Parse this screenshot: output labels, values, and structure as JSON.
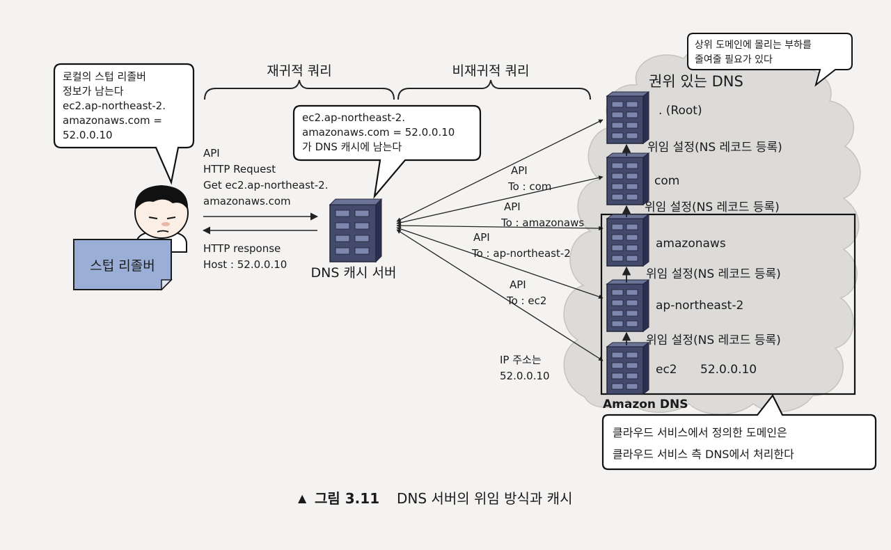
{
  "brackets": {
    "recursive_label": "재귀적 쿼리",
    "nonrecursive_label": "비재귀적 쿼리"
  },
  "bubble_local": {
    "lines": [
      "로컬의 스텁 리졸버",
      "정보가 남는다",
      "ec2.ap-northeast-2.",
      "amazonaws.com =",
      "52.0.0.10"
    ]
  },
  "bubble_cache": {
    "lines": [
      "ec2.ap-northeast-2.",
      "amazonaws.com = 52.0.0.10",
      "가 DNS 캐시에 남는다"
    ]
  },
  "bubble_load": {
    "lines": [
      "상위 도메인에 몰리는 부하를",
      "줄여줄 필요가 있다"
    ]
  },
  "bubble_amazon": {
    "lines": [
      "클라우드 서비스에서 정의한 도메인은",
      "클라우드 서비스 측 DNS에서 처리한다"
    ]
  },
  "client": {
    "request_lines": [
      "API",
      "HTTP Request",
      "Get ec2.ap-northeast-2.",
      "amazonaws.com"
    ],
    "response_lines": [
      "HTTP response",
      "Host : 52.0.0.10"
    ],
    "stub_resolver_label": "스텁 리졸버"
  },
  "cache_server": {
    "label": "DNS 캐시 서버"
  },
  "authoritative": {
    "title": "권위 있는 DNS",
    "amazon_label": "Amazon DNS",
    "delegation_label": "위임 설정(NS 레코드 등록)",
    "servers": [
      {
        "name": ". (Root)"
      },
      {
        "name": "com"
      },
      {
        "name": "amazonaws"
      },
      {
        "name": "ap-northeast-2"
      },
      {
        "name": "ec2",
        "ip": "52.0.0.10"
      }
    ]
  },
  "api_queries": [
    {
      "lines": [
        "API",
        "To : com"
      ]
    },
    {
      "lines": [
        "API",
        "To : amazonaws"
      ]
    },
    {
      "lines": [
        "API",
        "To : ap-northeast-2"
      ]
    },
    {
      "lines": [
        "API",
        "To : ec2"
      ]
    }
  ],
  "ip_result": {
    "lines": [
      "IP 주소는",
      "52.0.0.10"
    ]
  },
  "caption": {
    "marker": "▲",
    "figure": "그림 3.11",
    "text": "DNS 서버의 위임 방식과 캐시"
  }
}
